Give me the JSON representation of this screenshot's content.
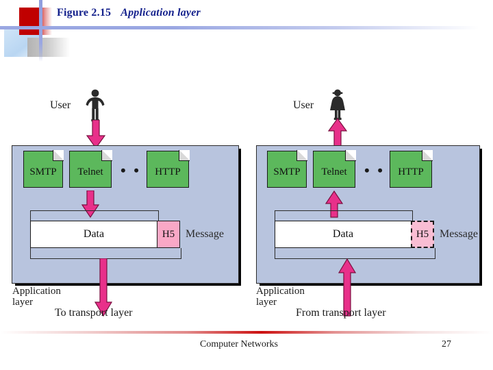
{
  "header": {
    "figure_number": "Figure 2.15",
    "figure_title": "Application layer"
  },
  "colors": {
    "title": "#14218c",
    "panel": "#b8c4de",
    "protocol_box": "#5cb85c",
    "header_box": "#f9a8c6",
    "arrow": "#e8308a",
    "data_box": "#ffffff",
    "accent_red": "#c00000"
  },
  "diagram": {
    "sender": {
      "user_label": "User",
      "person_icon": "male-user-icon",
      "protocols": [
        {
          "label": "SMTP",
          "icon": "document-icon"
        },
        {
          "label": "Telnet",
          "icon": "document-icon"
        },
        {
          "label": "HTTP",
          "icon": "document-icon"
        }
      ],
      "ellipsis": "• • •",
      "data_label": "Data",
      "header_label": "H5",
      "header_style": "solid",
      "message_label": "Message",
      "layer_label": "Application\nlayer",
      "layer_label_line1": "Application",
      "layer_label_line2": "layer",
      "transport_label": "To transport layer",
      "flow_direction": "down",
      "arrows": [
        {
          "name": "user-to-protocol-arrow",
          "direction": "down"
        },
        {
          "name": "protocol-to-message-arrow",
          "direction": "down"
        },
        {
          "name": "message-to-transport-arrow",
          "direction": "down"
        }
      ]
    },
    "receiver": {
      "user_label": "User",
      "person_icon": "female-user-icon",
      "protocols": [
        {
          "label": "SMTP",
          "icon": "document-icon"
        },
        {
          "label": "Telnet",
          "icon": "document-icon"
        },
        {
          "label": "HTTP",
          "icon": "document-icon"
        }
      ],
      "ellipsis": "• • •",
      "data_label": "Data",
      "header_label": "H5",
      "header_style": "dashed",
      "message_label": "Message",
      "layer_label_line1": "Application",
      "layer_label_line2": "layer",
      "transport_label": "From transport layer",
      "flow_direction": "up",
      "arrows": [
        {
          "name": "protocol-to-user-arrow",
          "direction": "up"
        },
        {
          "name": "message-to-protocol-arrow",
          "direction": "up"
        },
        {
          "name": "transport-to-message-arrow",
          "direction": "up"
        }
      ]
    }
  },
  "footer": {
    "title": "Computer Networks",
    "page_number": "27"
  }
}
